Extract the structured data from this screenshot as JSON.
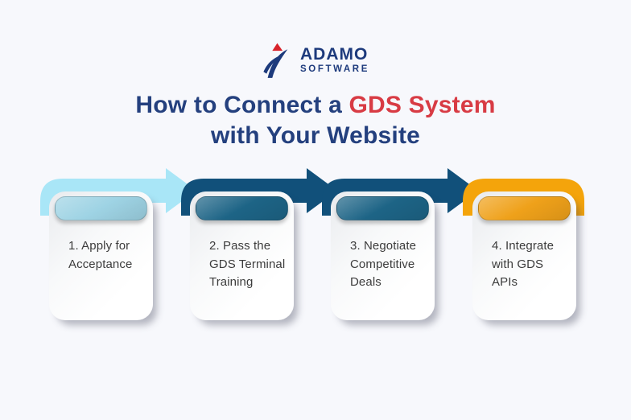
{
  "page": {
    "background_color": "#f7f8fc"
  },
  "logo": {
    "name": "ADAMO",
    "subname": "SOFTWARE",
    "icon": "adamo-mountain-logo",
    "navy_color": "#1d3a7c",
    "red_color": "#d8232a"
  },
  "title": {
    "line1_normal": "How to Connect a ",
    "line1_accent": "GDS System",
    "line2": "with Your Website",
    "normal_color": "#24407e",
    "accent_color": "#d83b44"
  },
  "steps": [
    {
      "label": "1. Apply for Acceptance",
      "band_color": "#A9E6F7",
      "pill_color": "#9ed3e4"
    },
    {
      "label": "2. Pass the GDS Terminal Training",
      "band_color": "#11507A",
      "pill_color": "#1d6486"
    },
    {
      "label": "3. Negotiate Competitive Deals",
      "band_color": "#11507A",
      "pill_color": "#1d6486"
    },
    {
      "label": "4. Integrate with GDS APIs",
      "band_color": "#F4A40B",
      "pill_color": "#efa11a"
    }
  ],
  "text_color": "#3c3c3c"
}
